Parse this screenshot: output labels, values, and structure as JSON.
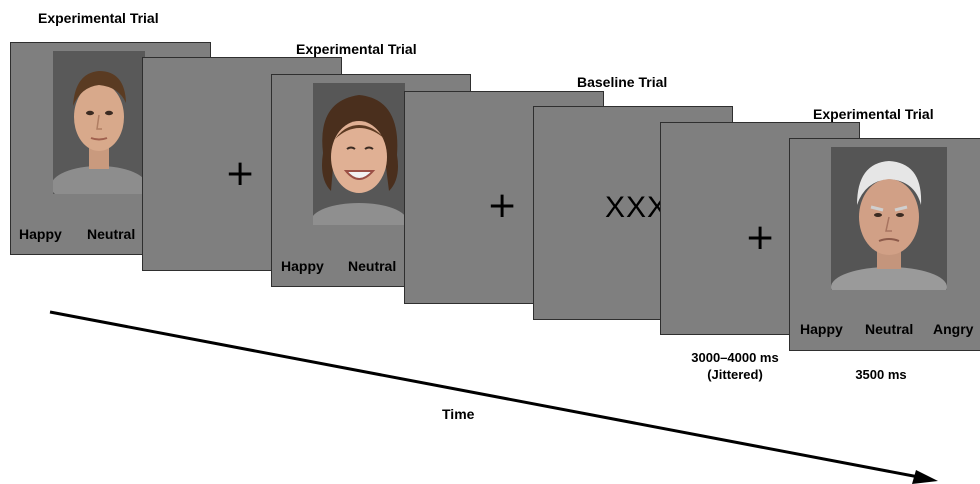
{
  "labels": {
    "trial1": "Experimental Trial",
    "trial2": "Experimental Trial",
    "trial3": "Baseline Trial",
    "trial4": "Experimental Trial"
  },
  "stimuli": {
    "fixation": "+",
    "baseline": "XXX",
    "responses": [
      "Happy",
      "Neutral",
      "Angry"
    ]
  },
  "timing": {
    "fixation_line1": "3000–4000 ms",
    "fixation_line2": "(Jittered)",
    "face": "3500 ms"
  },
  "axis": {
    "time_label": "Time"
  },
  "colors": {
    "card": "#7f7f7f",
    "border": "#2f2f2f",
    "arrow": "#000000"
  }
}
